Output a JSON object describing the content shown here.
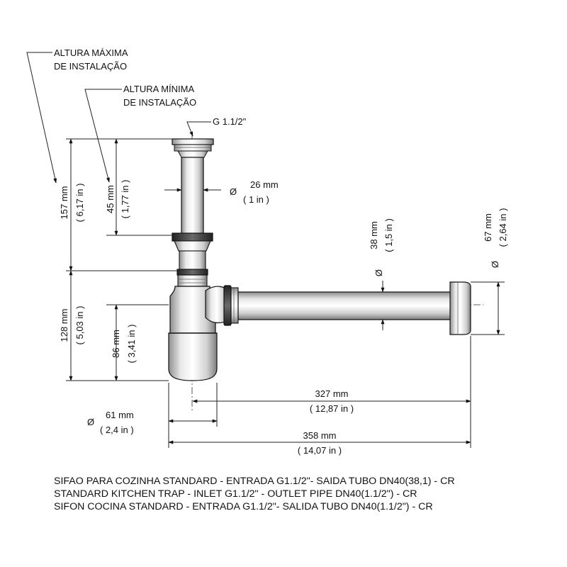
{
  "callouts": {
    "max_height_line1": "ALTURA MÁXIMA",
    "max_height_line2": "DE INSTALAÇÃO",
    "min_height_line1": "ALTURA MÍNIMA",
    "min_height_line2": "DE INSTALAÇÃO",
    "inlet_thread": "G 1.1/2\""
  },
  "dimensions": {
    "total_height_mm": "157 mm",
    "total_height_in": "( 6,17 in )",
    "upper_height_mm": "45 mm",
    "upper_height_in": "( 1,77 in )",
    "lower_height_mm": "128 mm",
    "lower_height_in": "( 5,03 in )",
    "cup_height_mm": "86 mm",
    "cup_height_in": "( 3,41 in )",
    "inlet_diameter_mm": "26 mm",
    "inlet_diameter_in": "( 1 in )",
    "outlet_diameter_mm": "38 mm",
    "outlet_diameter_in": "( 1,5 in )",
    "flange_diameter_mm": "67 mm",
    "flange_diameter_in": "( 2,64 in )",
    "cup_diameter_mm": "61 mm",
    "cup_diameter_in": "( 2,4 in )",
    "outlet_length_mm": "327 mm",
    "outlet_length_in": "( 12,87 in )",
    "total_length_mm": "358 mm",
    "total_length_in": "( 14,07 in )",
    "diameter_symbol": "Ø"
  },
  "caption": {
    "line_pt": "SIFAO PARA COZINHA STANDARD - ENTRADA G1.1/2\"- SAIDA TUBO DN40(38,1) - CR",
    "line_en": "STANDARD KITCHEN TRAP - INLET G1.1/2\" - OUTLET PIPE DN40(1.1/2\") - CR",
    "line_es": "SIFON COCINA STANDARD - ENTRADA G1.1/2\"- SALIDA TUBO DN40(1.1/2\") - CR"
  }
}
